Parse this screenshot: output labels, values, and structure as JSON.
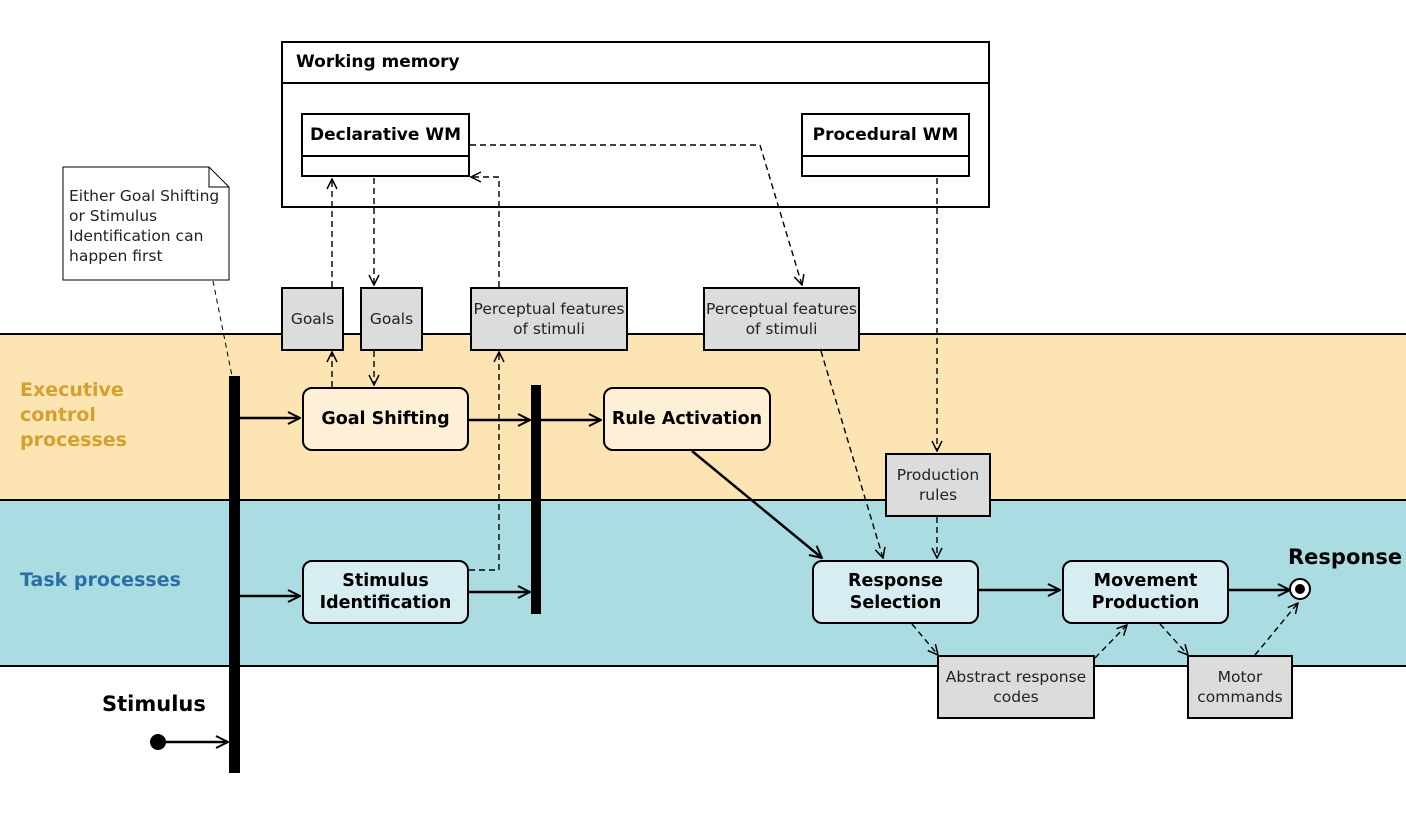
{
  "lanes": {
    "executive": "Executive control processes",
    "task": "Task processes"
  },
  "working_memory": {
    "title": "Working memory",
    "declarative": "Declarative WM",
    "procedural": "Procedural WM"
  },
  "note": "Either Goal Shifting or Stimulus Identification can happen first",
  "processes": {
    "goal_shifting": "Goal Shifting",
    "rule_activation": "Rule Activation",
    "stimulus_identification": "Stimulus Identification",
    "response_selection": "Response Selection",
    "movement_production": "Movement Production"
  },
  "objects": {
    "goals_up": "Goals",
    "goals_down": "Goals",
    "perceptual_1": "Perceptual features of stimuli",
    "perceptual_2": "Perceptual features of stimuli",
    "production_rules": "Production rules",
    "abstract_codes": "Abstract response codes",
    "motor_commands": "Motor commands"
  },
  "terminals": {
    "stimulus": "Stimulus",
    "response": "Response"
  },
  "colors": {
    "executive_band": "#fde4b3",
    "task_band": "#aadce1",
    "executive_label": "#d4a12e",
    "task_label": "#2a6fa6",
    "object_fill": "#dcdcdc"
  }
}
